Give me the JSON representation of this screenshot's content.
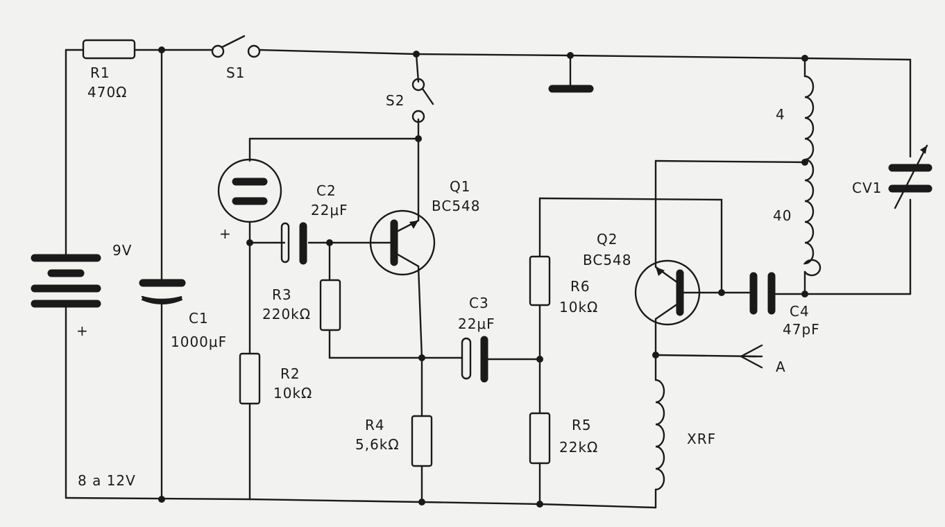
{
  "schematic": {
    "supply": {
      "label": "9V",
      "range": "8 a 12V",
      "plus": "+"
    },
    "components": {
      "R1": {
        "name": "R1",
        "value": "470Ω"
      },
      "C1": {
        "name": "C1",
        "value": "1000μF"
      },
      "S1": {
        "name": "S1"
      },
      "S2": {
        "name": "S2"
      },
      "C2": {
        "name": "C2",
        "value": "22μF"
      },
      "Q1": {
        "name": "Q1",
        "value": "BC548"
      },
      "R3": {
        "name": "R3",
        "value": "220kΩ"
      },
      "R2": {
        "name": "R2",
        "value": "10kΩ"
      },
      "C3": {
        "name": "C3",
        "value": "22μF"
      },
      "R4": {
        "name": "R4",
        "value": "5,6kΩ"
      },
      "R6": {
        "name": "R6",
        "value": "10kΩ"
      },
      "R5": {
        "name": "R5",
        "value": "22kΩ"
      },
      "Q2": {
        "name": "Q2",
        "value": "BC548"
      },
      "C4": {
        "name": "C4",
        "value": "47pF"
      },
      "CV1": {
        "name": "CV1"
      },
      "XRF": {
        "name": "XRF"
      },
      "L1": {
        "turns_top": "4",
        "turns_bottom": "40"
      }
    },
    "neon_plus": "+",
    "antenna": "A"
  }
}
